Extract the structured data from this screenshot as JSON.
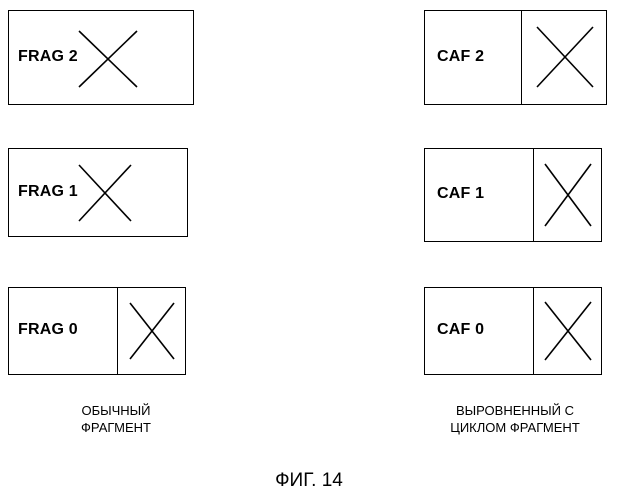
{
  "left_column": {
    "boxes": [
      {
        "label": "FRAG 2"
      },
      {
        "label": "FRAG 1"
      },
      {
        "label": "FRAG 0"
      }
    ],
    "caption_line1": "ОБЫЧНЫЙ",
    "caption_line2": "ФРАГМЕНТ"
  },
  "right_column": {
    "boxes": [
      {
        "label": "CAF 2"
      },
      {
        "label": "CAF 1"
      },
      {
        "label": "CAF 0"
      }
    ],
    "caption_line1": "ВЫРОВНЕННЫЙ С",
    "caption_line2": "ЦИКЛОМ ФРАГМЕНТ"
  },
  "figure_title": "ФИГ. 14"
}
